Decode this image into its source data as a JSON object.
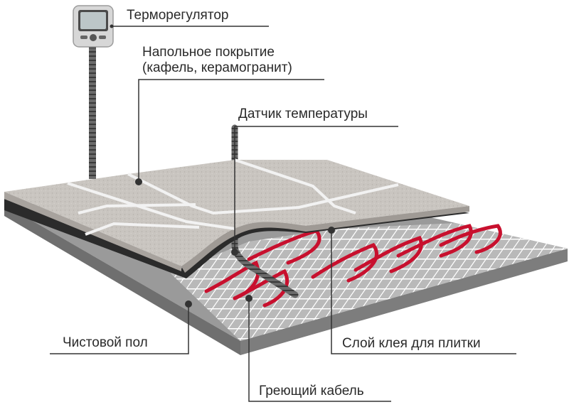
{
  "labels": {
    "thermostat": "Терморегулятор",
    "floor_covering_line1": "Напольное покрытие",
    "floor_covering_line2": "(кафель, керамогранит)",
    "temperature_sensor": "Датчик температуры",
    "finished_floor": "Чистовой пол",
    "tile_adhesive": "Слой клея для плитки",
    "heating_cable": "Греющий кабель"
  },
  "colors": {
    "label_text": "#2a2a2a",
    "leader_line": "#333333",
    "tile": "#c9c5c0",
    "grout": "#eeeeee",
    "adhesive": "#2b2b2b",
    "mesh": "#ffffff",
    "base": "#8c8c8c",
    "cable": "#c8102e",
    "conduit": "#555555"
  },
  "icons": [
    "thermostat-icon",
    "conduit-icon",
    "sensor-tube-icon"
  ]
}
